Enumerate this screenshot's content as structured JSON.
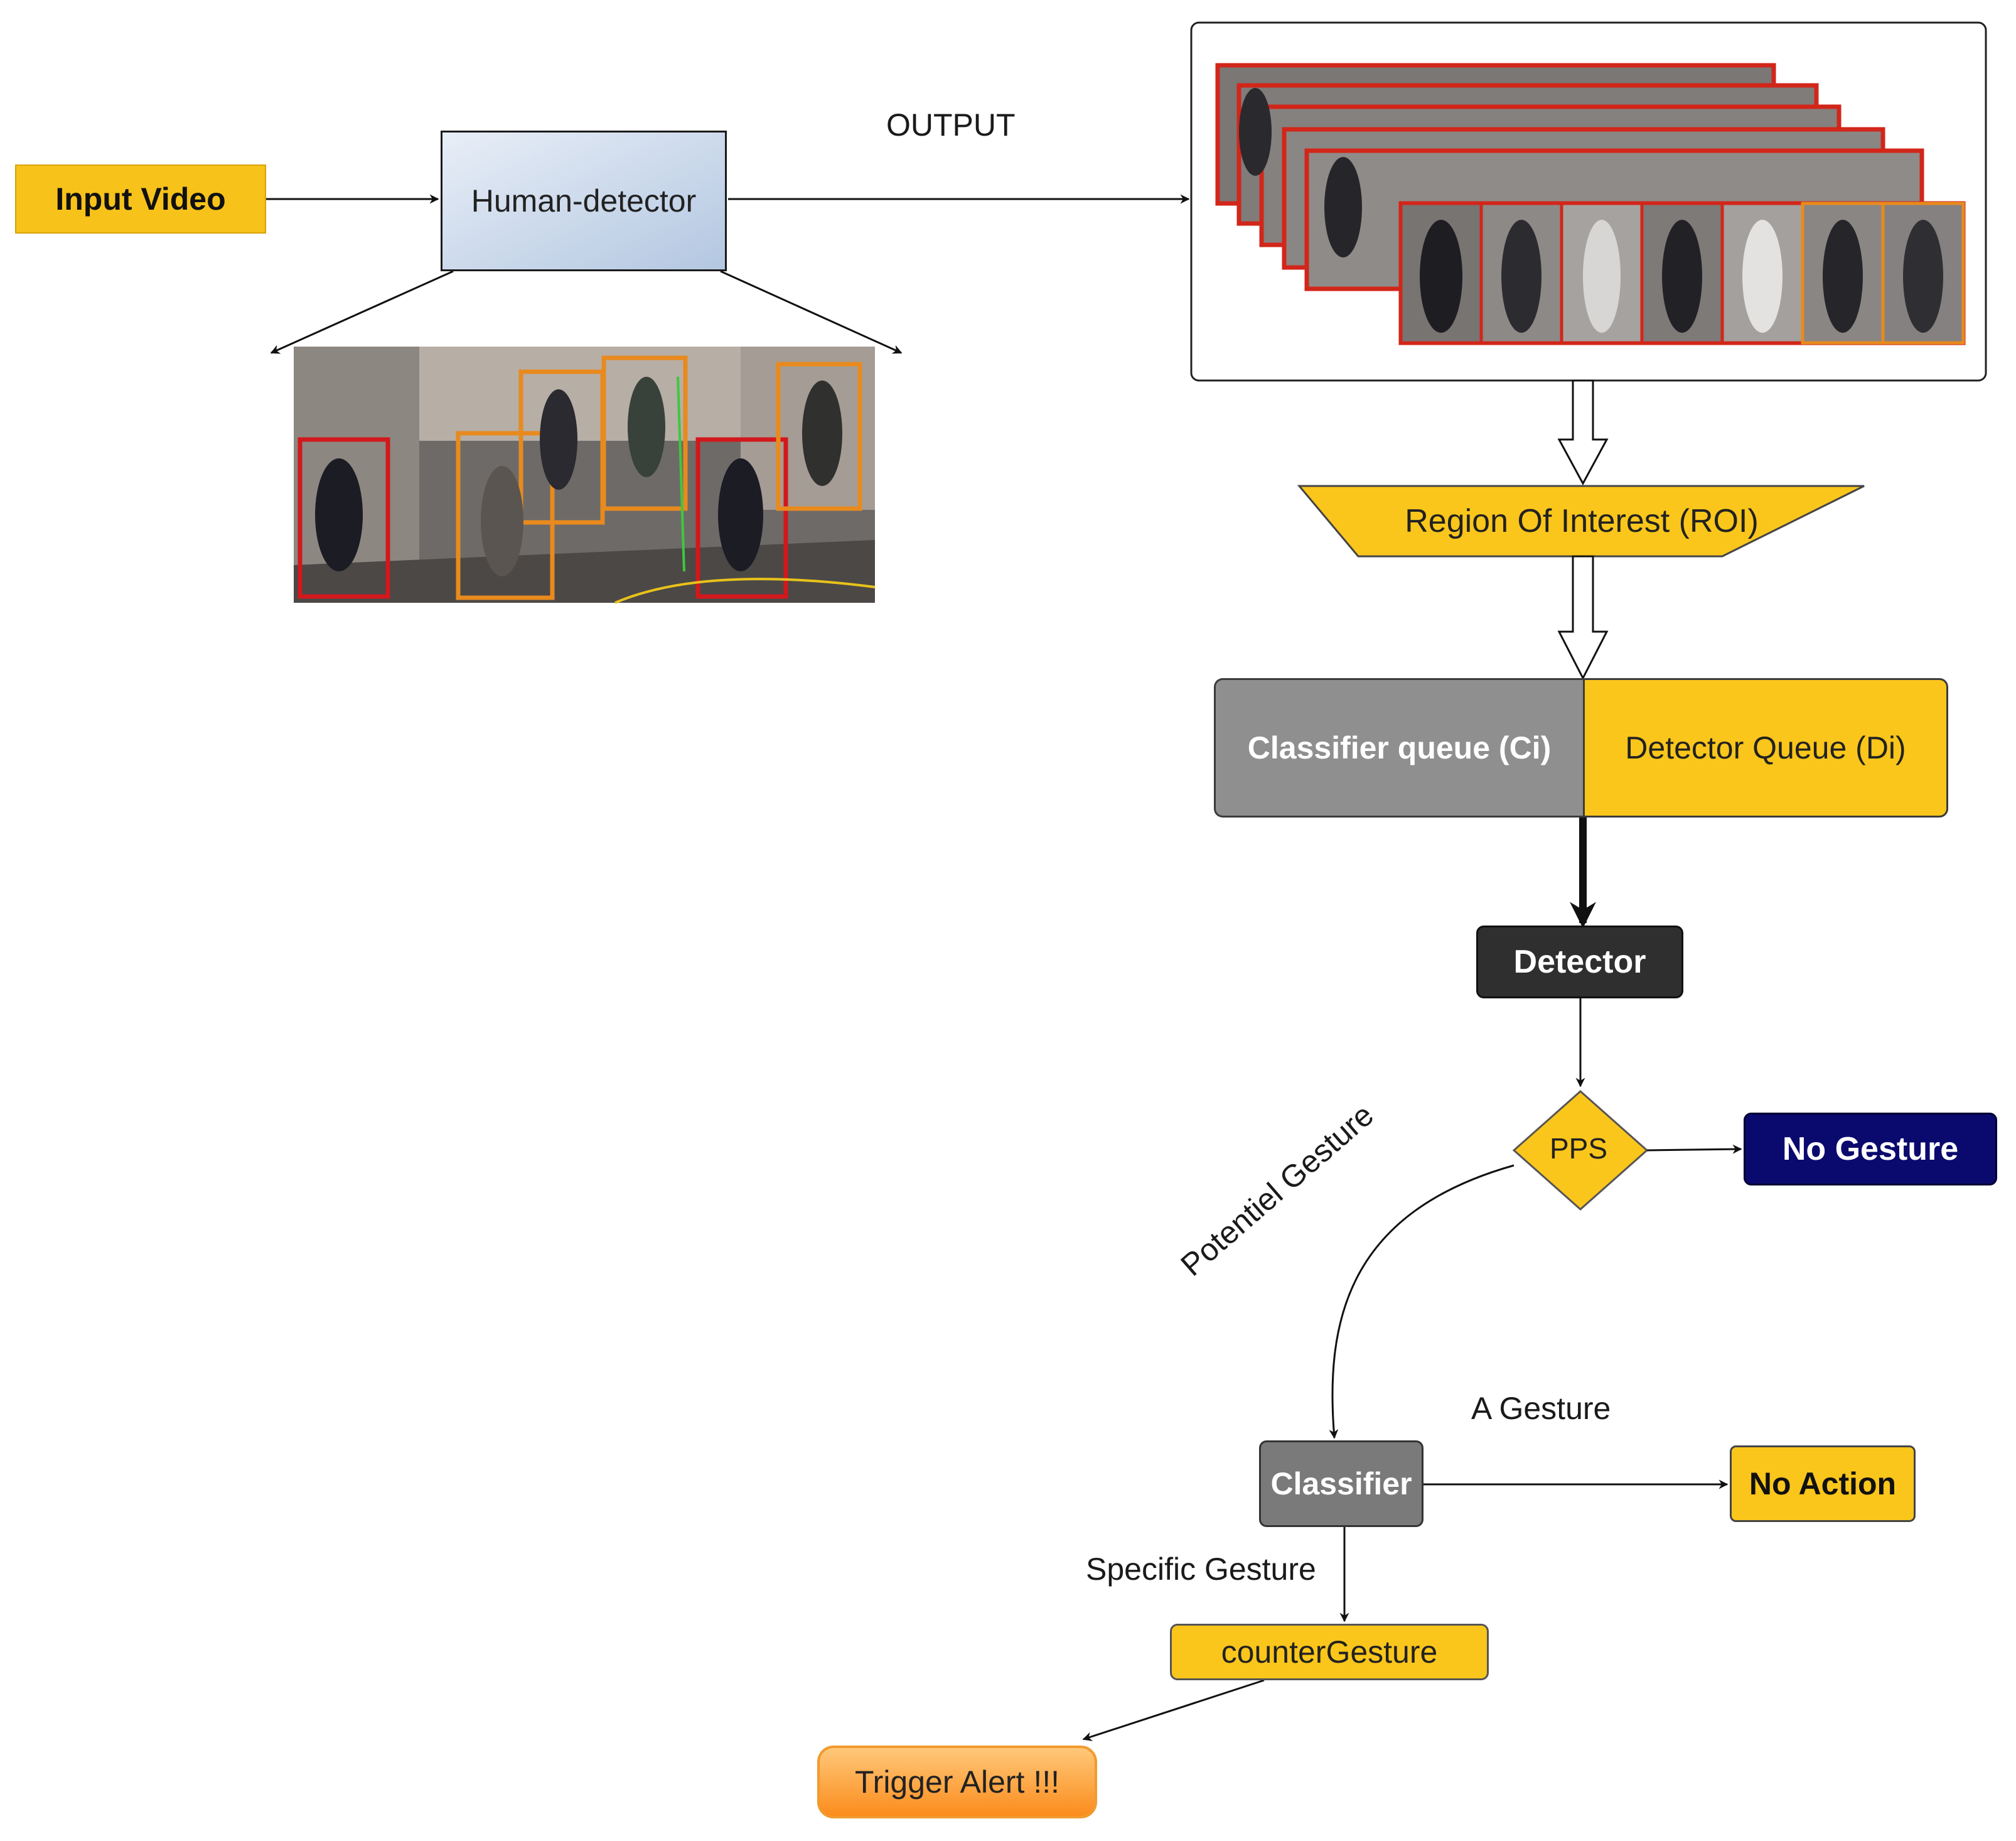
{
  "colors": {
    "yellow": "#fbc61b",
    "gray": "#8f8f8f",
    "dark": "#2f2f2f",
    "navy": "#0a0a6e",
    "orange": "#fb8c1c",
    "blue_box": "#b3c7e1"
  },
  "nodes": {
    "input_video": "Input Video",
    "human_detector": "Human-detector",
    "roi": "Region Of Interest (ROI)",
    "classifier_queue": "Classifier queue (Ci)",
    "detector_queue": "Detector Queue (Di)",
    "detector": "Detector",
    "pps": "PPS",
    "no_gesture": "No Gesture",
    "classifier": "Classifier",
    "no_action": "No Action",
    "counter_gesture": "counterGesture",
    "trigger_alert": "Trigger Alert !!!"
  },
  "edges": {
    "output": "OUTPUT",
    "potentiel_gesture": "Potentiel Gesture",
    "a_gesture": "A Gesture",
    "specific_gesture": "Specific Gesture"
  },
  "images": {
    "detection_frame": "crowd-detection-frame",
    "output_stack": "pedestrian-crop-stack"
  }
}
